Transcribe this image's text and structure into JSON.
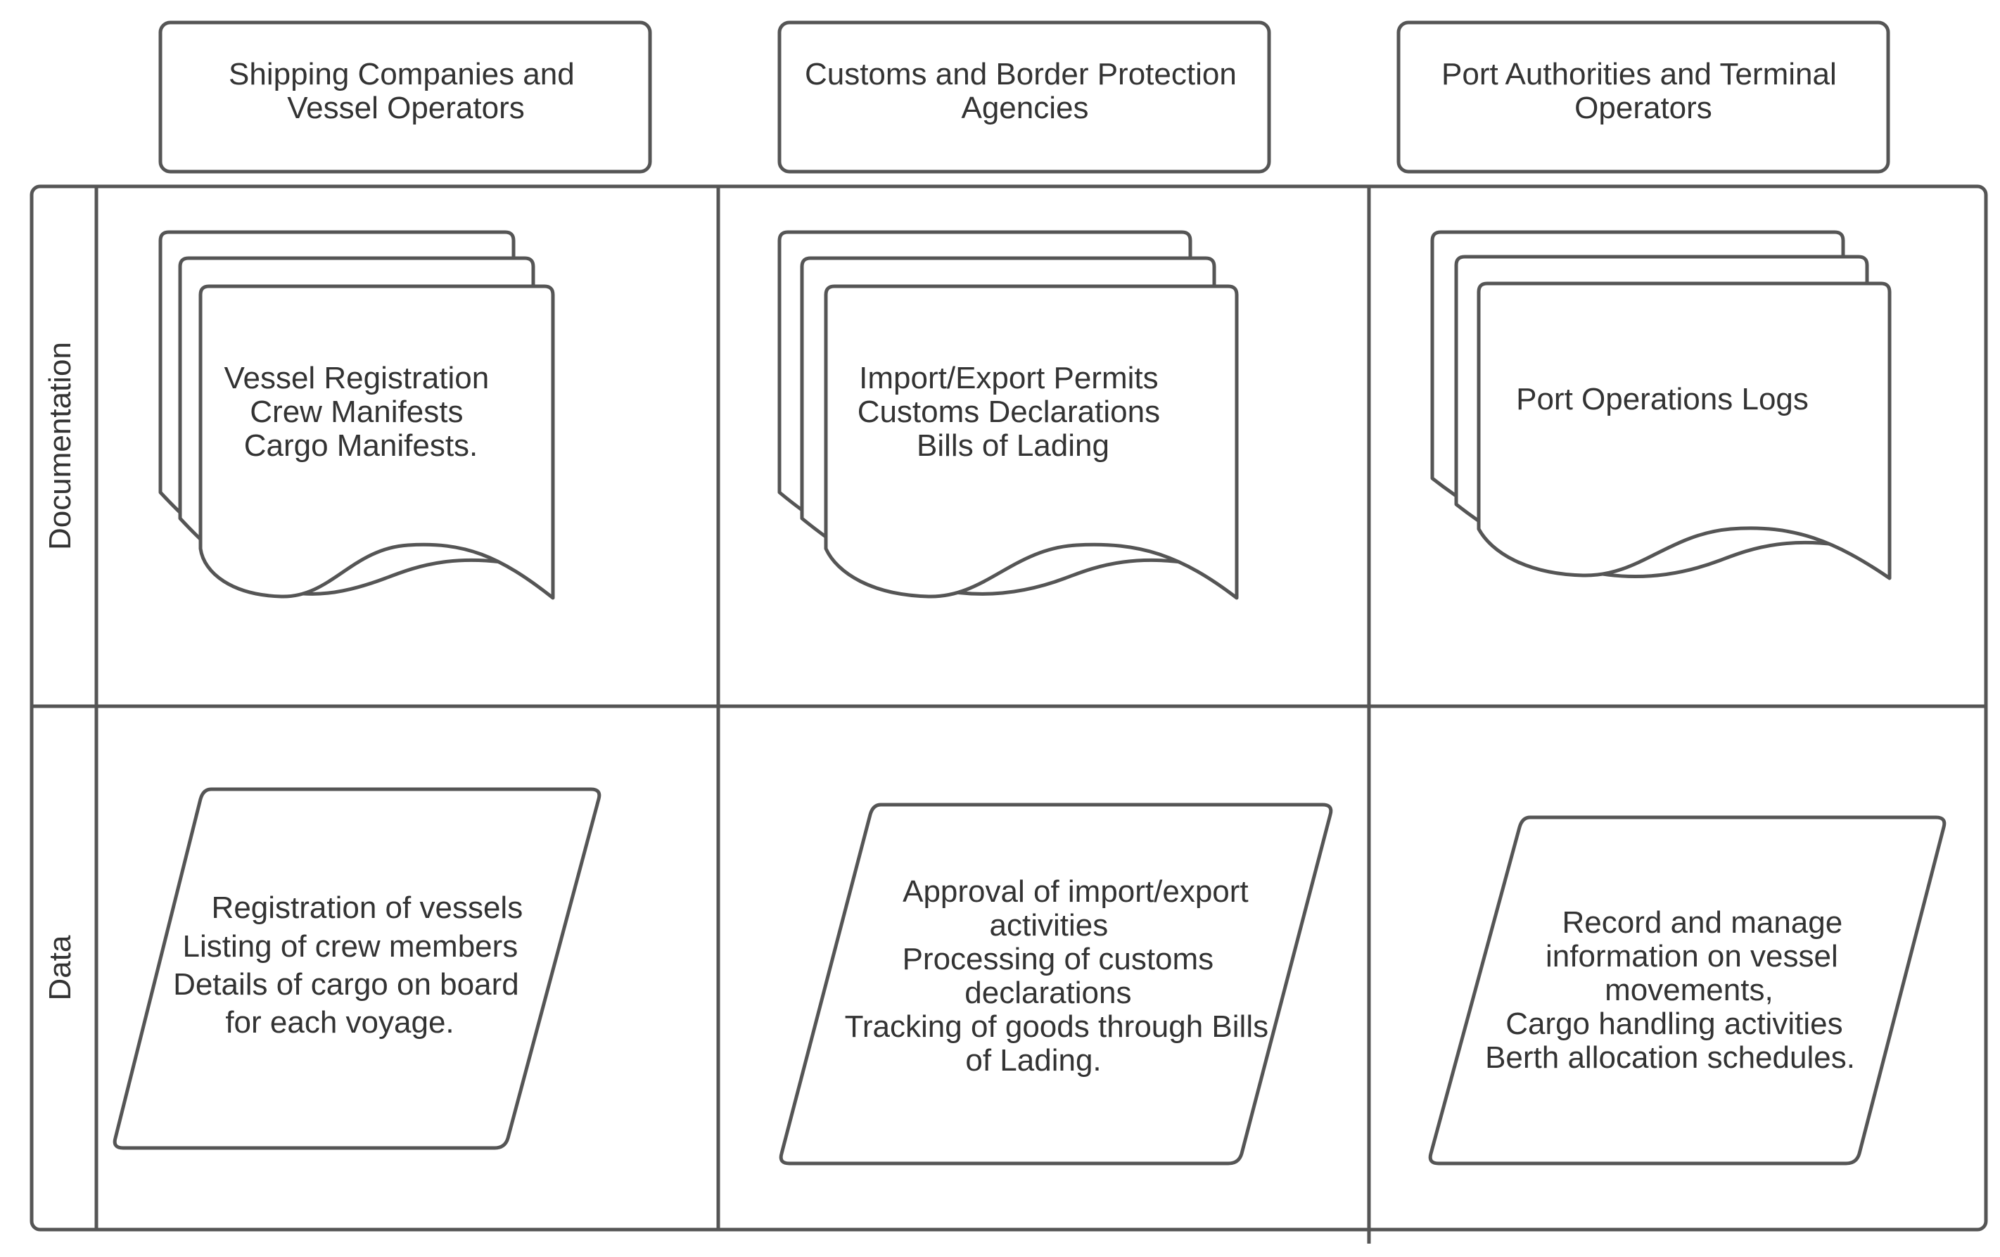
{
  "columns": [
    {
      "title_lines": [
        "Shipping Companies and",
        "Vessel Operators"
      ]
    },
    {
      "title_lines": [
        "Customs and Border Protection",
        "Agencies"
      ]
    },
    {
      "title_lines": [
        "Port Authorities and Terminal",
        "Operators"
      ]
    }
  ],
  "rows": [
    {
      "label": "Documentation"
    },
    {
      "label": "Data"
    }
  ],
  "documents": [
    {
      "lines": [
        "Vessel Registration",
        "Crew Manifests",
        "Cargo Manifests."
      ]
    },
    {
      "lines": [
        "Import/Export Permits",
        "Customs Declarations",
        "Bills of Lading"
      ]
    },
    {
      "lines": [
        "Port Operations Logs"
      ]
    }
  ],
  "data_items": [
    {
      "lines": [
        "Registration of vessels",
        "Listing of crew members",
        "Details of cargo on board",
        "for each voyage."
      ]
    },
    {
      "lines": [
        "Approval of import/export",
        "activities",
        "Processing of customs",
        "declarations",
        "Tracking of goods through Bills",
        "of Lading."
      ]
    },
    {
      "lines": [
        "Record and manage",
        "information on vessel",
        "movements,",
        "Cargo handling activities",
        "Berth allocation schedules."
      ]
    }
  ]
}
